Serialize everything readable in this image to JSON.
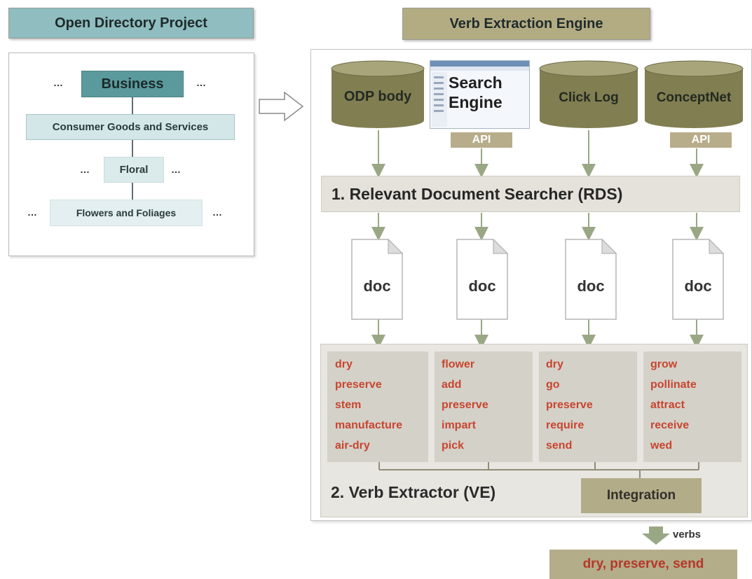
{
  "headers": {
    "odp": "Open Directory Project",
    "engine": "Verb Extraction Engine"
  },
  "odp_tree": {
    "dots": "…",
    "business": "Business",
    "consumer": "Consumer Goods and Services",
    "floral": "Floral",
    "flowers": "Flowers and Foliages"
  },
  "sources": {
    "odp_body": "ODP body",
    "search_engine_line1": "Search",
    "search_engine_line2": "Engine",
    "click_log": "Click Log",
    "conceptnet": "ConceptNet",
    "api": "API"
  },
  "rds_label": "1. Relevant Document Searcher (RDS)",
  "doc_label": "doc",
  "word_lists": [
    [
      "dry",
      "preserve",
      "stem",
      "manufacture",
      "air-dry"
    ],
    [
      "flower",
      "add",
      "preserve",
      "impart",
      "pick"
    ],
    [
      "dry",
      "go",
      "preserve",
      "require",
      "send"
    ],
    [
      "grow",
      "pollinate",
      "attract",
      "receive",
      "wed"
    ]
  ],
  "ve_label": "2. Verb Extractor (VE)",
  "integration_label": "Integration",
  "verbs_label": "verbs",
  "result": "dry, preserve, send",
  "colors": {
    "odp_header": "#8fbdc0",
    "engine_header": "#b3ac83",
    "cylinder": "#817e52",
    "word_red": "#c8452e"
  }
}
